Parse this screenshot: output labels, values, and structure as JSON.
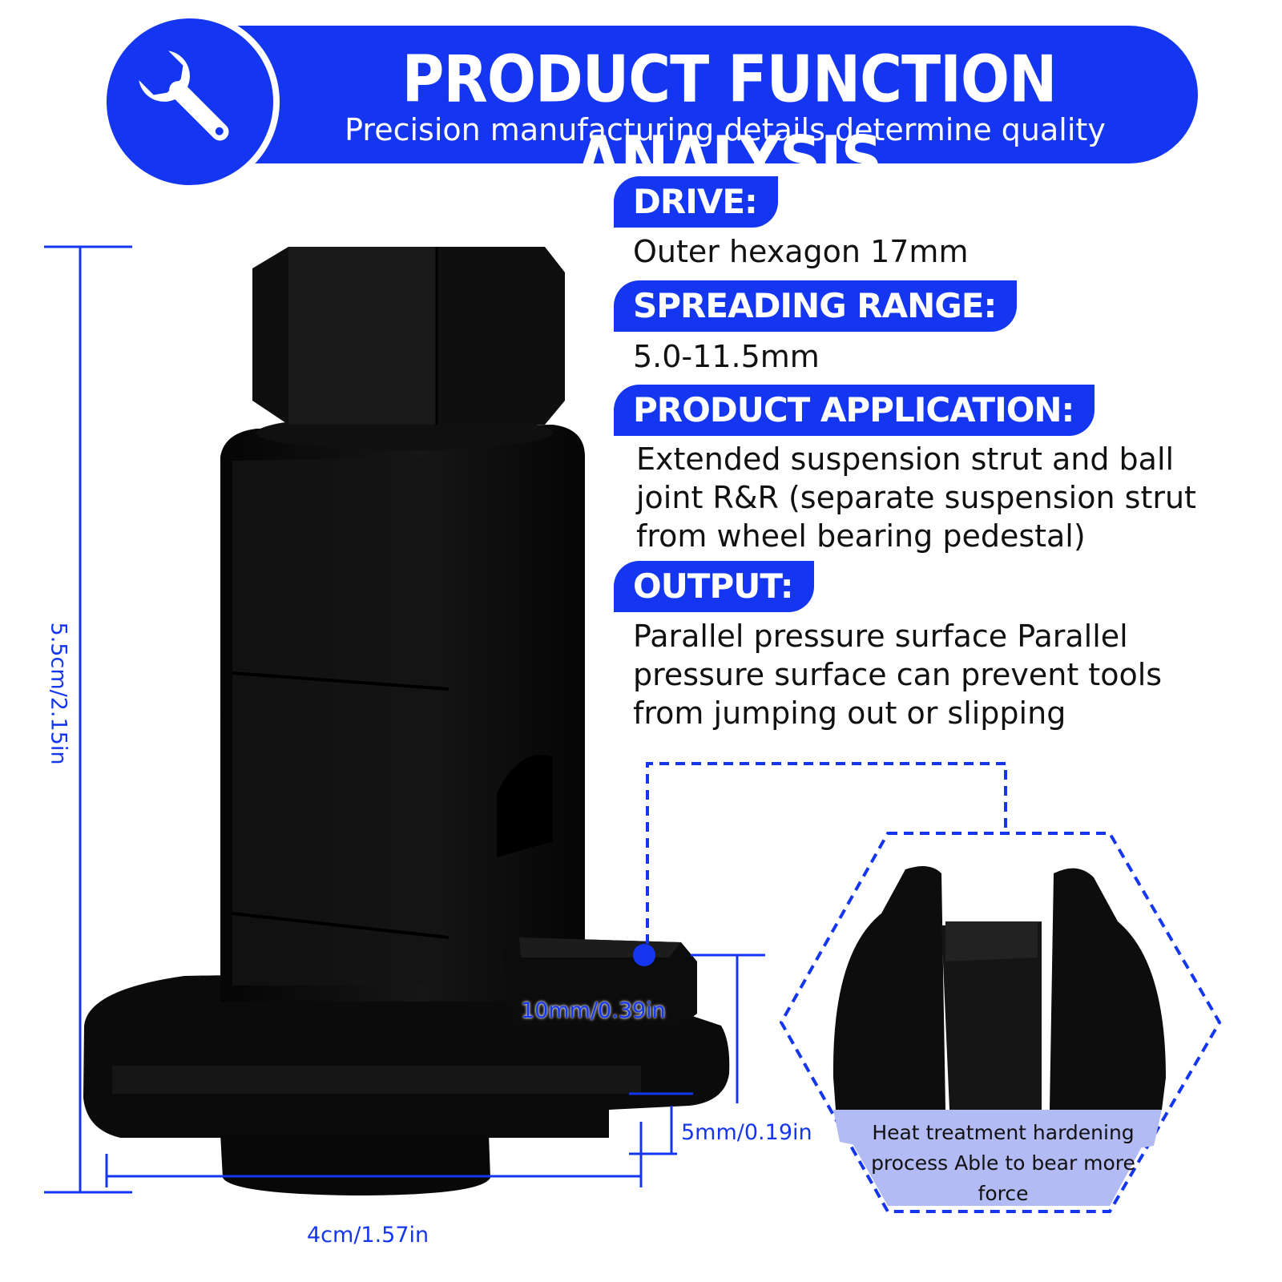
{
  "header": {
    "title": "PRODUCT FUNCTION ANALYSIS",
    "subtitle": "Precision manufacturing details determine quality",
    "icon": "wrench-icon"
  },
  "specs": [
    {
      "label": "DRIVE:",
      "text": "Outer hexagon 17mm"
    },
    {
      "label": "SPREADING RANGE:",
      "text": "5.0-11.5mm"
    },
    {
      "label": "PRODUCT APPLICATION:",
      "text": "Extended suspension strut and ball joint R&R (separate suspension strut from wheel bearing pedestal)"
    },
    {
      "label": "OUTPUT:",
      "text": "Parallel pressure surface Parallel pressure surface can prevent tools from jumping out or slipping"
    }
  ],
  "dimensions": {
    "height": "5.5cm/2.15in",
    "width": "4cm/1.57in",
    "tip": "10mm/0.39in",
    "thickness": "5mm/0.19in"
  },
  "detail_caption": "Heat treatment hardening process Able to bear more force",
  "colors": {
    "accent": "#1436f0",
    "product": "#0d0d0d",
    "caption_bg": "#b3bbf5"
  }
}
